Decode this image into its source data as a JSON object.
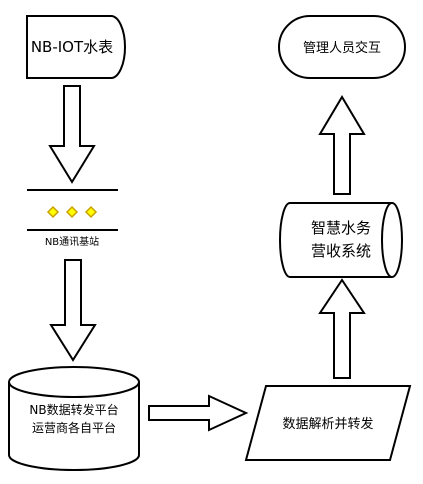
{
  "nodes": {
    "nb_iot_meter": {
      "label": "NB-IOT水表"
    },
    "nb_base_station": {
      "label": "NB通讯基站"
    },
    "nb_platform": {
      "line1": "NB数据转发平台",
      "line2": "运营商各自平台"
    },
    "data_parse": {
      "label": "数据解析并转发"
    },
    "smart_water": {
      "line1": "智慧水务",
      "line2": "营收系统"
    },
    "admin_interaction": {
      "label": "管理人员交互"
    }
  },
  "colors": {
    "stroke": "#000000",
    "fill": "#ffffff",
    "diamond_fill": "#ffff00",
    "diamond_stroke": "#c8a200"
  },
  "icons": {
    "base_station": "three-yellow-diamonds"
  }
}
